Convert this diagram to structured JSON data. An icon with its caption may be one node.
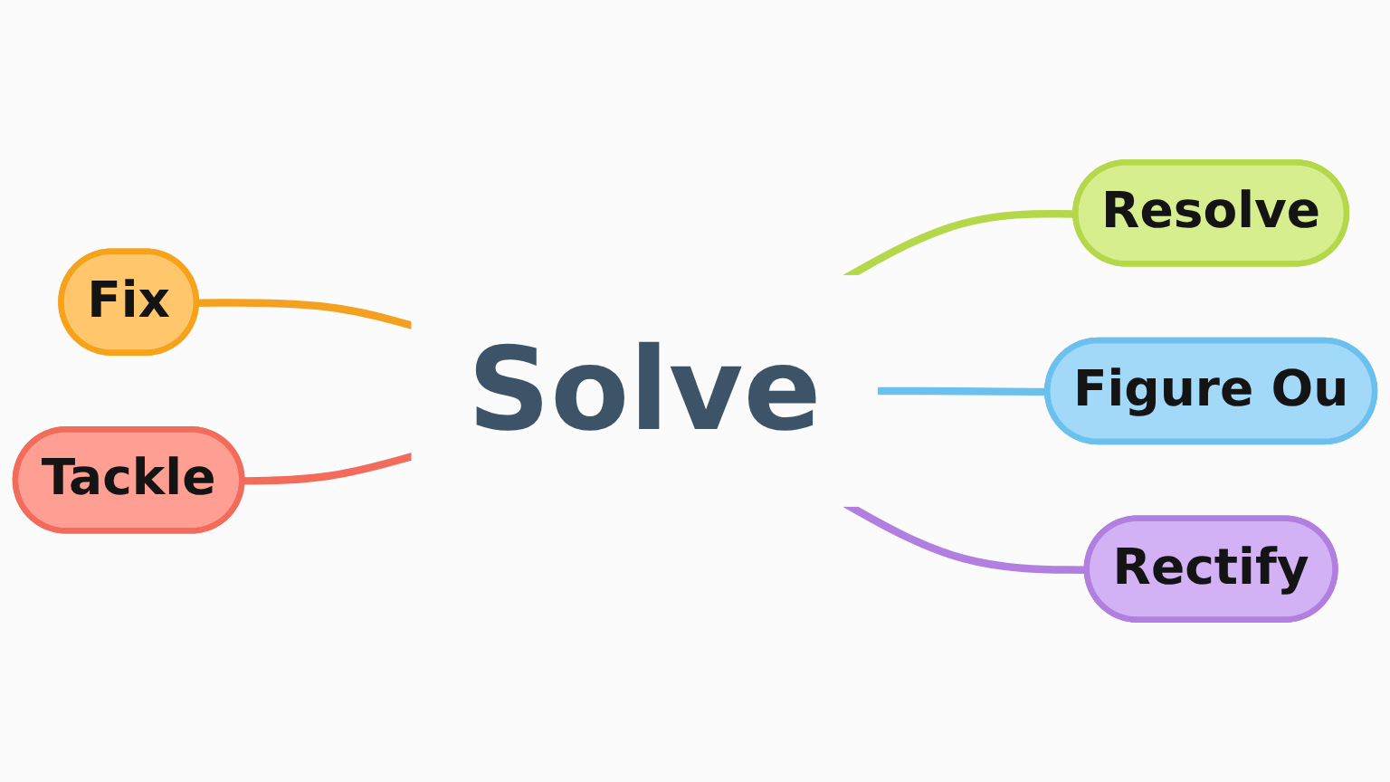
{
  "diagram": {
    "nodes": [
      {
        "text": [
          "Fix"
        ]
      },
      {
        "text": [
          "Resolve"
        ]
      },
      {
        "text": [
          "Solve"
        ]
      },
      {
        "text": [
          "Tackle"
        ]
      },
      {
        "text": [
          "Figure Ou"
        ]
      },
      {
        "text": [
          "Rectify"
        ]
      }
    ],
    "edges": [
      {
        "from": 0,
        "to": 2,
        "arrow": "none",
        "color": "#f5a020"
      },
      {
        "from": 2,
        "to": 1,
        "arrow": "none",
        "color": "#b5d84a"
      },
      {
        "from": 3,
        "to": 2,
        "arrow": "none",
        "color": "#f26b5b"
      },
      {
        "from": 2,
        "to": 4,
        "arrow": "none",
        "color": "#6cc0ee"
      },
      {
        "from": 2,
        "to": 5,
        "arrow": "none",
        "color": "#b07fe0"
      }
    ]
  }
}
